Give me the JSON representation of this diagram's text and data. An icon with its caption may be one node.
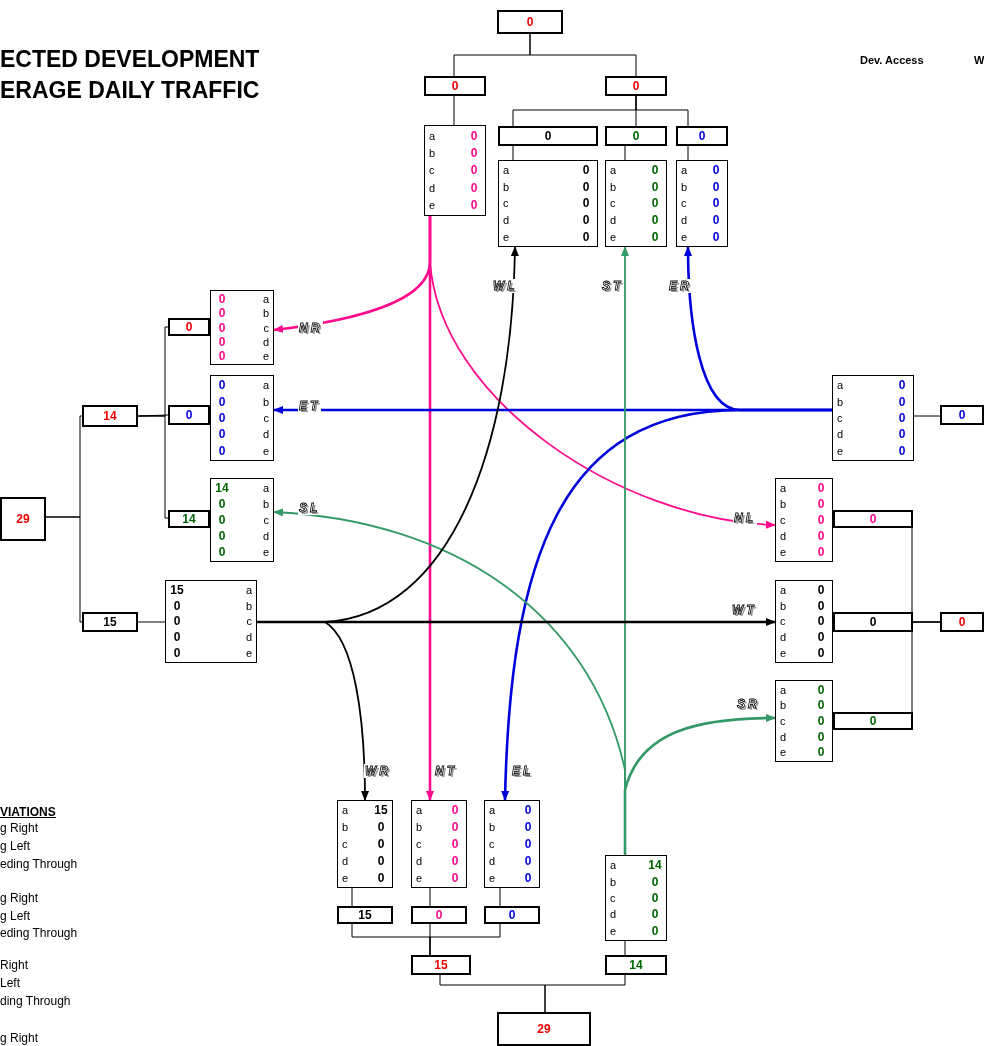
{
  "diagram": {
    "title": "ECTED DEVELOPMENT ERAGE DAILY TRAFFIC",
    "nodes": [
      {
        "text": [
          "0"
        ]
      },
      {
        "text": [
          "0"
        ]
      },
      {
        "text": [
          "0"
        ]
      },
      {
        "text": [
          "a",
          "0",
          "b",
          "0",
          "c",
          "0",
          "d",
          "0",
          "e",
          "0"
        ]
      },
      {
        "text": [
          "0"
        ]
      },
      {
        "text": [
          "0"
        ]
      },
      {
        "text": [
          "0"
        ]
      },
      {
        "text": [
          "a",
          "0",
          "b",
          "0",
          "c",
          "0",
          "d",
          "0",
          "e",
          "0"
        ]
      },
      {
        "text": [
          "a",
          "0",
          "b",
          "0",
          "c",
          "0",
          "d",
          "0",
          "e",
          "0"
        ]
      },
      {
        "text": [
          "a",
          "0",
          "b",
          "0",
          "c",
          "0",
          "d",
          "0",
          "e",
          "0"
        ]
      },
      {
        "text": [
          "29"
        ]
      },
      {
        "text": [
          "14"
        ]
      },
      {
        "text": [
          "15"
        ]
      },
      {
        "text": [
          "0"
        ]
      },
      {
        "text": [
          "0"
        ]
      },
      {
        "text": [
          "14"
        ]
      },
      {
        "text": [
          "0",
          "a",
          "0",
          "b",
          "0",
          "c",
          "0",
          "d",
          "0",
          "e"
        ]
      },
      {
        "text": [
          "0",
          "a",
          "0",
          "b",
          "0",
          "c",
          "0",
          "d",
          "0",
          "e"
        ]
      },
      {
        "text": [
          "14",
          "a",
          "0",
          "b",
          "0",
          "c",
          "0",
          "d",
          "0",
          "e"
        ]
      },
      {
        "text": [
          "15",
          "a",
          "0",
          "b",
          "0",
          "c",
          "0",
          "d",
          "0",
          "e"
        ]
      },
      {
        "text": [
          "a",
          "0",
          "b",
          "0",
          "c",
          "0",
          "d",
          "0",
          "e",
          "0"
        ]
      },
      {
        "text": [
          "0"
        ]
      },
      {
        "text": [
          "a",
          "0",
          "b",
          "0",
          "c",
          "0",
          "d",
          "0",
          "e",
          "0"
        ]
      },
      {
        "text": [
          "0"
        ]
      },
      {
        "text": [
          "a",
          "0",
          "b",
          "0",
          "c",
          "0",
          "d",
          "0",
          "e",
          "0"
        ]
      },
      {
        "text": [
          "0"
        ]
      },
      {
        "text": [
          "0"
        ]
      },
      {
        "text": [
          "a",
          "0",
          "b",
          "0",
          "c",
          "0",
          "d",
          "0",
          "e",
          "0"
        ]
      },
      {
        "text": [
          "0"
        ]
      },
      {
        "text": [
          "a",
          "15",
          "b",
          "0",
          "c",
          "0",
          "d",
          "0",
          "e",
          "0"
        ]
      },
      {
        "text": [
          "a",
          "0",
          "b",
          "0",
          "c",
          "0",
          "d",
          "0",
          "e",
          "0"
        ]
      },
      {
        "text": [
          "a",
          "0",
          "b",
          "0",
          "c",
          "0",
          "d",
          "0",
          "e",
          "0"
        ]
      },
      {
        "text": [
          "15"
        ]
      },
      {
        "text": [
          "0"
        ]
      },
      {
        "text": [
          "0"
        ]
      },
      {
        "text": [
          "a",
          "14",
          "b",
          "0",
          "c",
          "0",
          "d",
          "0",
          "e",
          "0"
        ]
      },
      {
        "text": [
          "15"
        ]
      },
      {
        "text": [
          "14"
        ]
      },
      {
        "text": [
          "29"
        ]
      }
    ],
    "edges": [
      {
        "from": 0,
        "to": 1,
        "arrow": "none"
      },
      {
        "from": 0,
        "to": 2,
        "arrow": "none"
      },
      {
        "from": 1,
        "to": 3,
        "arrow": "none"
      },
      {
        "from": 2,
        "to": 4,
        "arrow": "none"
      },
      {
        "from": 2,
        "to": 5,
        "arrow": "none"
      },
      {
        "from": 2,
        "to": 6,
        "arrow": "none"
      },
      {
        "from": 4,
        "to": 7,
        "arrow": "none"
      },
      {
        "from": 5,
        "to": 8,
        "arrow": "none"
      },
      {
        "from": 6,
        "to": 9,
        "arrow": "none"
      },
      {
        "from": 10,
        "to": 11,
        "arrow": "none"
      },
      {
        "from": 10,
        "to": 12,
        "arrow": "none"
      },
      {
        "from": 11,
        "to": 13,
        "arrow": "none"
      },
      {
        "from": 11,
        "to": 14,
        "arrow": "none"
      },
      {
        "from": 11,
        "to": 15,
        "arrow": "none"
      },
      {
        "from": 12,
        "to": 19,
        "arrow": "none"
      },
      {
        "from": 20,
        "to": 21,
        "arrow": "none"
      },
      {
        "from": 23,
        "to": 26,
        "arrow": "none"
      },
      {
        "from": 25,
        "to": 26,
        "arrow": "none"
      },
      {
        "from": 28,
        "to": 26,
        "arrow": "none"
      },
      {
        "from": 29,
        "to": 32,
        "arrow": "none"
      },
      {
        "from": 30,
        "to": 33,
        "arrow": "none"
      },
      {
        "from": 31,
        "to": 34,
        "arrow": "none"
      },
      {
        "from": 32,
        "to": 36,
        "arrow": "none"
      },
      {
        "from": 33,
        "to": 36,
        "arrow": "none"
      },
      {
        "from": 34,
        "to": 36,
        "arrow": "none"
      },
      {
        "from": 35,
        "to": 37,
        "arrow": "none"
      },
      {
        "from": 36,
        "to": 38,
        "arrow": "none"
      },
      {
        "from": 37,
        "to": 38,
        "arrow": "none"
      },
      {
        "from": 3,
        "to": 16,
        "arrow": "to",
        "label": "NR",
        "style": "thick",
        "color": "#ff0a8c"
      },
      {
        "from": 3,
        "to": 22,
        "arrow": "to",
        "label": "NL",
        "color": "#ff0a8c"
      },
      {
        "from": 3,
        "to": 30,
        "arrow": "to",
        "label": "NT",
        "style": "thick",
        "color": "#ff0a8c"
      },
      {
        "from": 20,
        "to": 17,
        "arrow": "to",
        "label": "ET",
        "style": "thick",
        "color": "#0000dd"
      },
      {
        "from": 20,
        "to": 9,
        "arrow": "to",
        "label": "ER",
        "style": "thick",
        "color": "#0000dd"
      },
      {
        "from": 20,
        "to": 31,
        "arrow": "to",
        "label": "EL",
        "style": "thick",
        "color": "#0000dd"
      },
      {
        "from": 35,
        "to": 8,
        "arrow": "to",
        "label": "ST",
        "color": "#339966"
      },
      {
        "from": 35,
        "to": 18,
        "arrow": "to",
        "label": "SL",
        "color": "#339966"
      },
      {
        "from": 35,
        "to": 27,
        "arrow": "to",
        "label": "SR",
        "style": "thick",
        "color": "#339966"
      },
      {
        "from": 19,
        "to": 24,
        "arrow": "to",
        "label": "WT",
        "style": "thick"
      },
      {
        "from": 19,
        "to": 7,
        "arrow": "to",
        "label": "WL"
      },
      {
        "from": 19,
        "to": 29,
        "arrow": "to",
        "label": "WR"
      }
    ],
    "labels": [
      "Dev. Access",
      "W",
      "VIATIONS",
      "g Right",
      "g Left",
      "eding Through",
      "g Right",
      "g Left",
      "eding Through",
      "Right",
      "Left",
      "ding Through",
      "g Right"
    ]
  }
}
